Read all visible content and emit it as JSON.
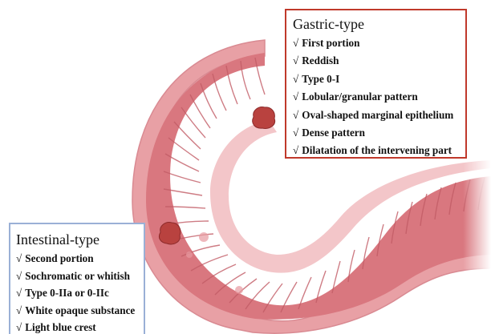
{
  "gastric": {
    "title": "Gastric-type",
    "check_glyph": "√",
    "features": [
      "First portion",
      "Reddish",
      "Type 0-I",
      "Lobular/granular pattern",
      "Oval-shaped marginal epithelium",
      "Dense pattern",
      "Dilatation of the intervening part"
    ],
    "border_color": "#c0392b"
  },
  "intestinal": {
    "title": "Intestinal-type",
    "check_glyph": "√",
    "features": [
      "Second portion",
      "Sochromatic or whitish",
      "Type 0-IIa or 0-IIc",
      "White opaque substance",
      "Light blue crest"
    ],
    "border_color": "#9ab0d6"
  },
  "illustration": {
    "colors": {
      "outer_wall": "#e8a0a5",
      "mucosa": "#d9777f",
      "fold_line": "#c25c66",
      "lumen_highlight": "#efb3b7",
      "lesion": "#b9423f",
      "lesion_edge": "#8c2a2a"
    }
  }
}
